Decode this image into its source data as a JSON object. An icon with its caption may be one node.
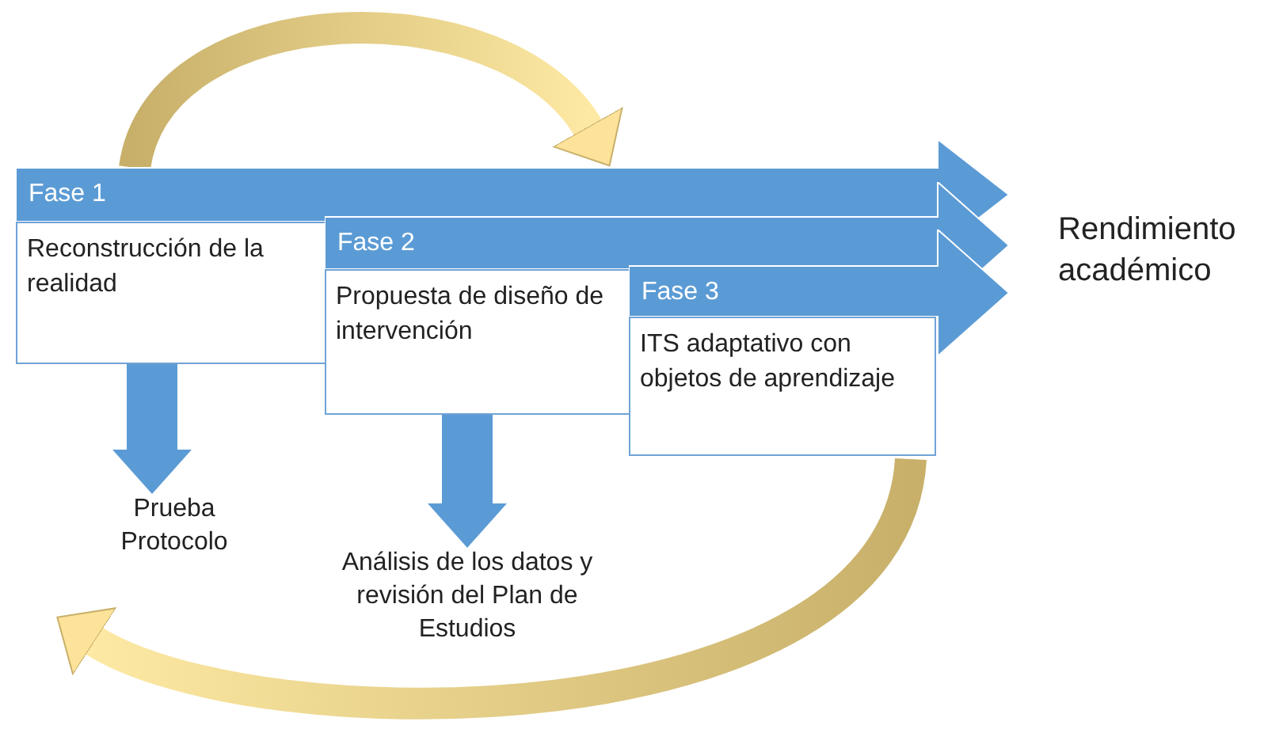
{
  "diagram": {
    "nodes": [
      {
        "text": [
          "Fase 1"
        ]
      },
      {
        "text": [
          "Reconstrucción de la realidad"
        ]
      },
      {
        "text": [
          "Fase 2"
        ]
      },
      {
        "text": [
          "Propuesta de diseño de intervención"
        ]
      },
      {
        "text": [
          "Fase 3"
        ]
      },
      {
        "text": [
          "ITS adaptativo con objetos de aprendizaje"
        ]
      },
      {
        "text": [
          "Rendimiento académico"
        ]
      },
      {
        "text": [
          "Prueba Protocolo"
        ]
      },
      {
        "text": [
          "Análisis de los datos y revisión del Plan de Estudios"
        ]
      }
    ],
    "edges": [
      {
        "from": 1,
        "to": 7,
        "arrow": "to"
      },
      {
        "from": 3,
        "to": 8,
        "arrow": "to"
      },
      {
        "from": 0,
        "to": 2,
        "arrow": "to",
        "style": "thick",
        "color": "#c8b06a"
      },
      {
        "from": 5,
        "to": 7,
        "arrow": "to",
        "style": "thick",
        "color": "#c8b06a"
      }
    ]
  }
}
